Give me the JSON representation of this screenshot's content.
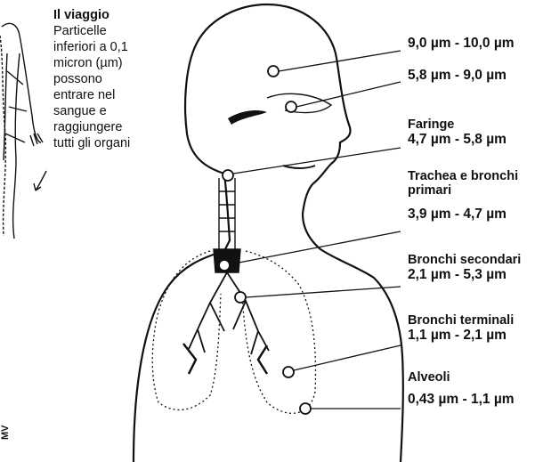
{
  "note": {
    "title": "Il viaggio",
    "body": "Particelle\ninferiori a 0,1\nmicron (µm)\npossono\nentrare nel\nsangue e\nraggiungere\ntutti gli organi"
  },
  "labels": [
    {
      "name": "",
      "range": "9,0 µm - 10,0 µm"
    },
    {
      "name": "",
      "range": "5,8 µm - 9,0 µm"
    },
    {
      "name": "Faringe",
      "range": "4,7 µm - 5,8 µm"
    },
    {
      "name": "Trachea e bronchi primari",
      "range": "3,9 µm - 4,7 µm"
    },
    {
      "name": "Bronchi secondari",
      "range": "2,1 µm - 5,3 µm"
    },
    {
      "name": "Bronchi terminali",
      "range": "1,1 µm - 2,1 µm"
    },
    {
      "name": "Alveoli",
      "range": "0,43 µm - 1,1 µm"
    }
  ],
  "credit": "MV",
  "colors": {
    "ink": "#111111",
    "background": "#ffffff"
  }
}
